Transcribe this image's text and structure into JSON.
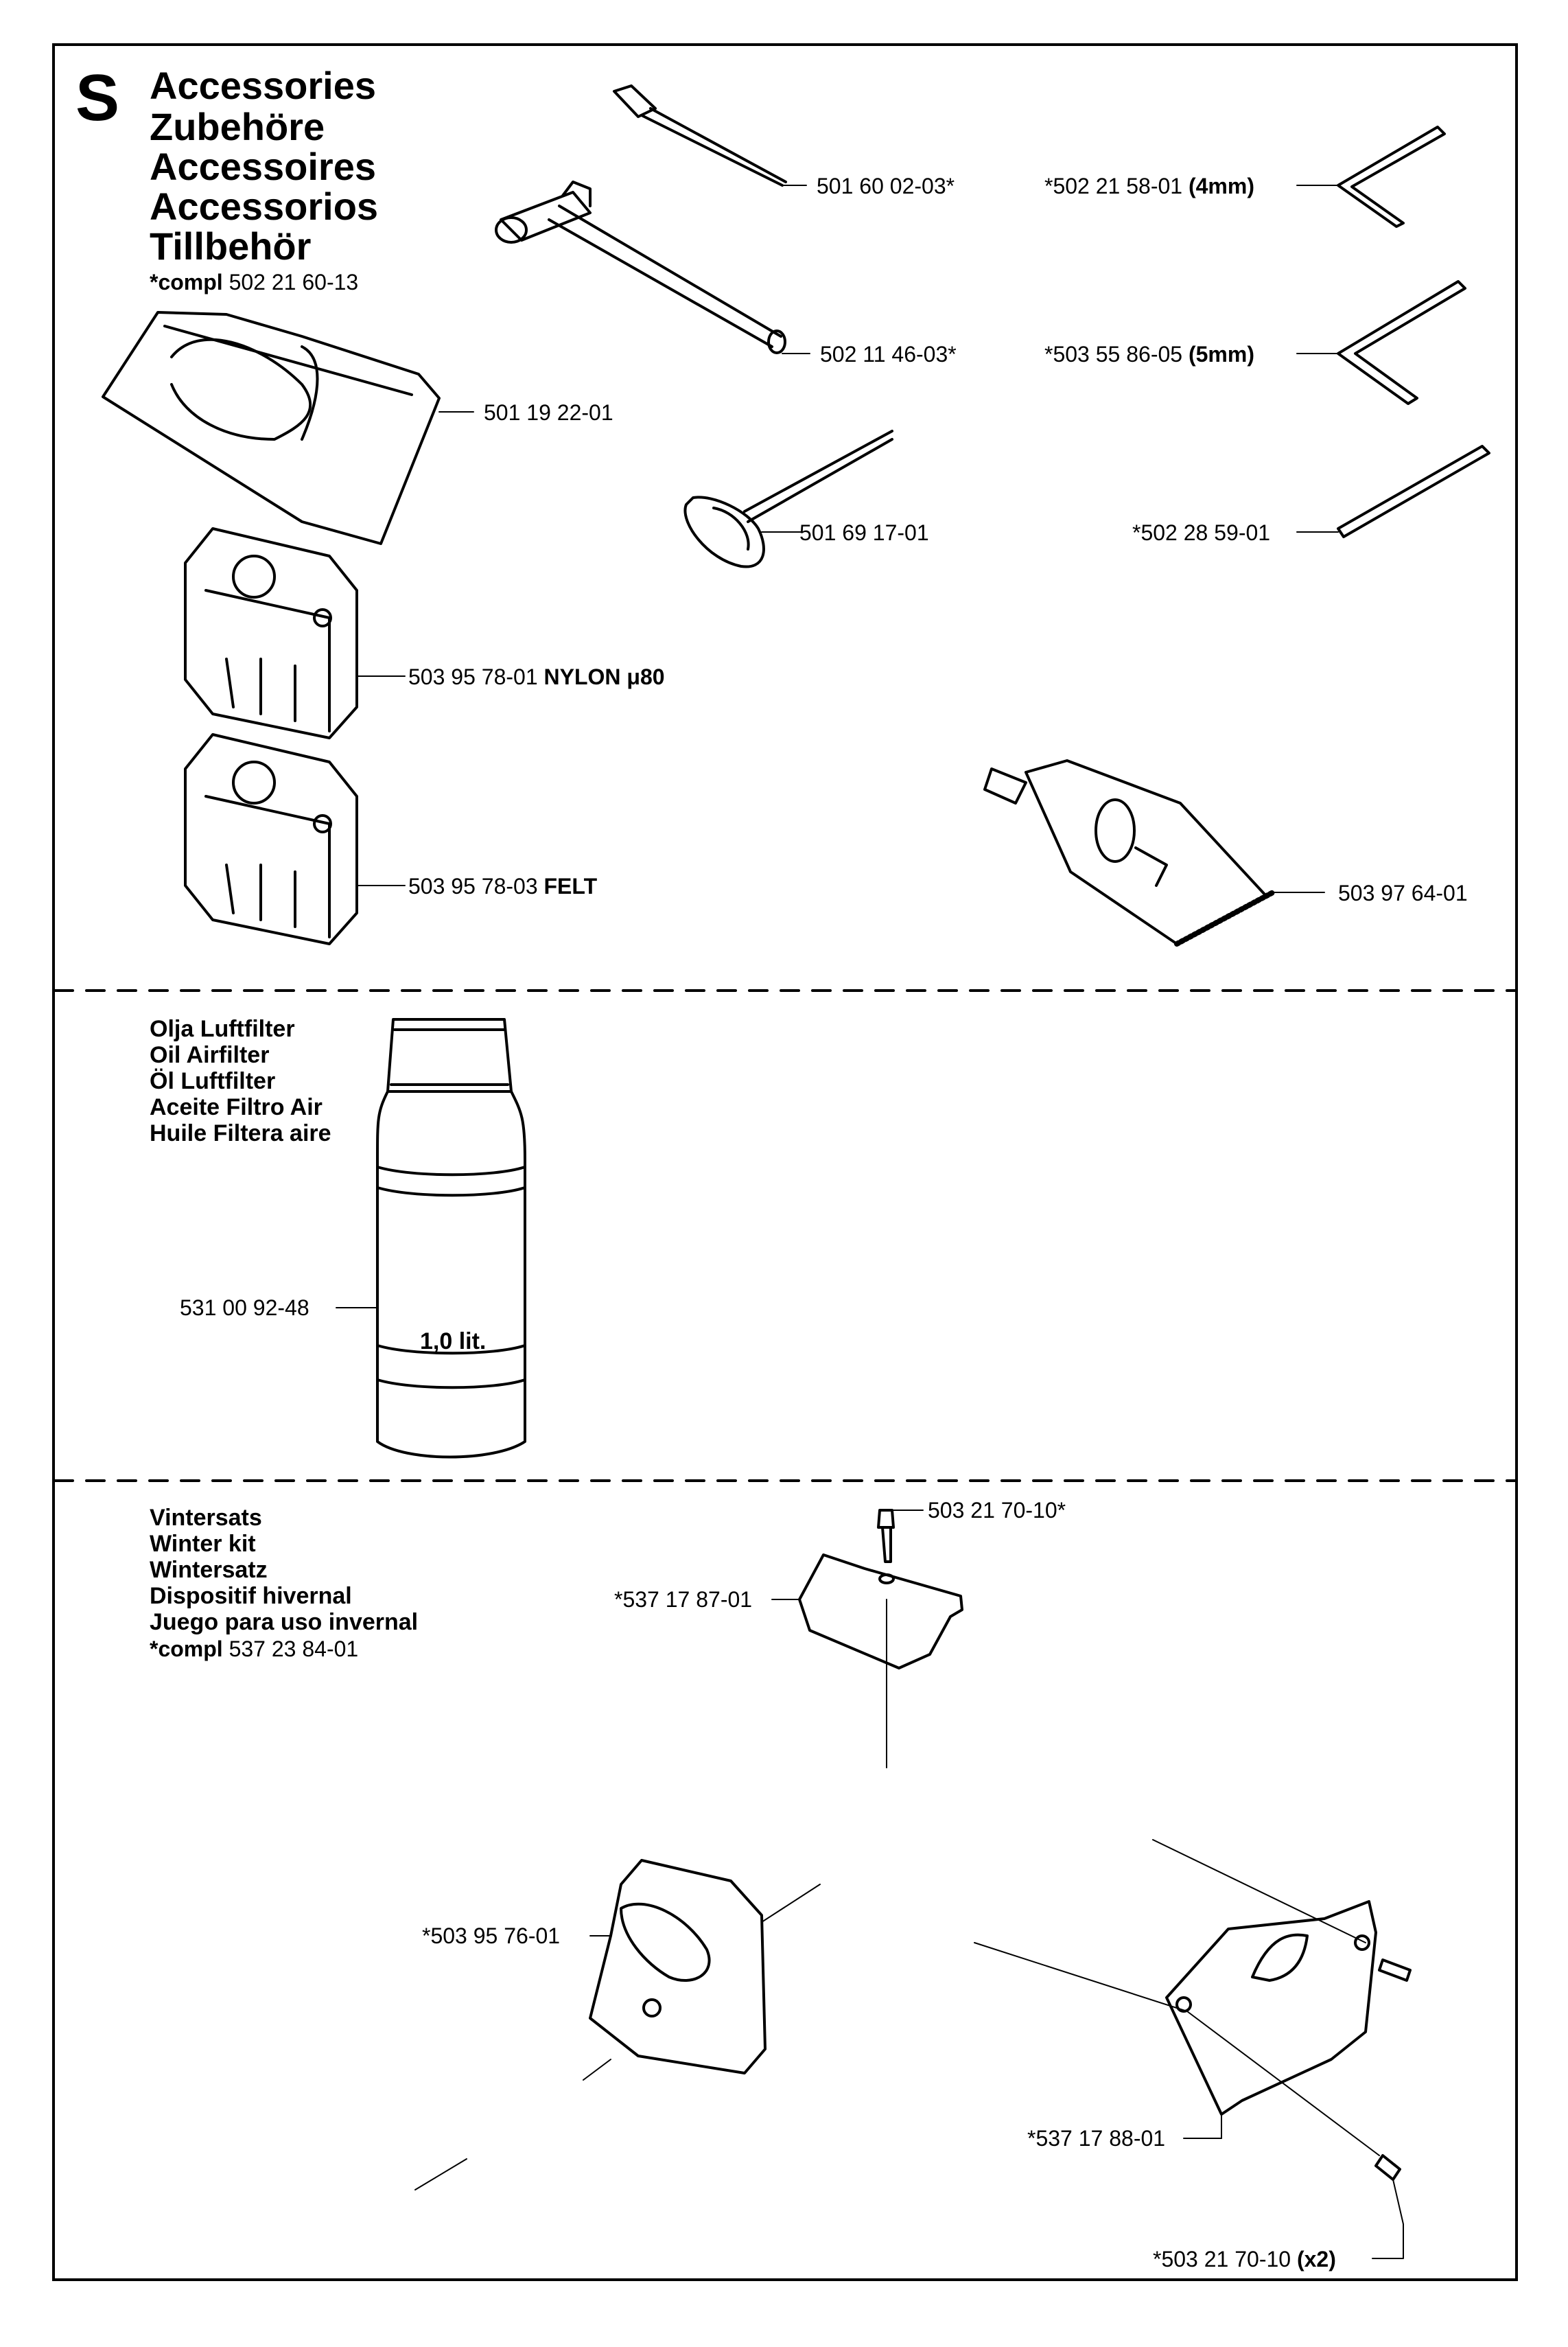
{
  "section_letter": "S",
  "titles": [
    "Accessories",
    "Zubehöre",
    "Accessoires",
    "Accessorios",
    "Tillbehör"
  ],
  "compl_top": {
    "prefix": "*compl",
    "number": " 502 21 60-13"
  },
  "parts": {
    "p1": "501 60 02-03*",
    "p2": "502 11 46-03*",
    "p3": "501 19 22-01",
    "p4": "501 69 17-01",
    "p5": {
      "number": "*502 21 58-01 ",
      "bold": "(4mm)"
    },
    "p6": {
      "number": "*503 55 86-05 ",
      "bold": "(5mm)"
    },
    "p7": "*502 28 59-01",
    "p8": {
      "number": "503 95 78-01 ",
      "bold": "NYLON μ80"
    },
    "p9": {
      "number": "503 95 78-03 ",
      "bold": "FELT"
    },
    "p10": "503 97 64-01",
    "p11": "531 00 92-48",
    "p12": "503 21 70-10*",
    "p13": "*537 17 87-01",
    "p14": "*503 95 76-01",
    "p15": "*537 17 88-01",
    "p16": {
      "number": "*503 21 70-10 ",
      "bold": "(x2)"
    }
  },
  "bottle_label": "1,0 lit.",
  "oil_section": [
    "Olja Luftfilter",
    "Oil Airfilter",
    "Öl Luftfilter",
    "Aceite Filtro Air",
    "Huile Filtera aire"
  ],
  "winter_section": [
    "Vintersats",
    "Winter kit",
    "Wintersatz",
    "Dispositif hivernal",
    "Juego para uso invernal"
  ],
  "compl_bottom": {
    "prefix": "*compl",
    "number": " 537 23 84-01"
  }
}
